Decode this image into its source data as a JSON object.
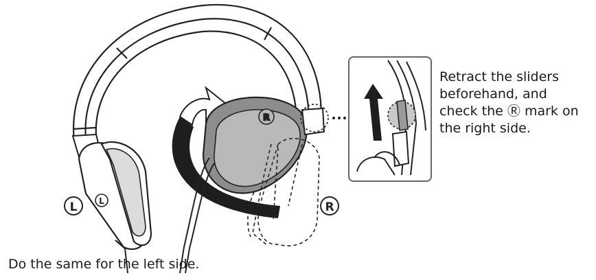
{
  "callout": {
    "line1": "Retract the sliders",
    "line2": "beforehand, and",
    "line3_prefix": "check the ",
    "line3_mark": "Ⓡ",
    "line3_suffix": " mark on",
    "line4": "the right side."
  },
  "caption": {
    "text": "Do the same for the left side."
  },
  "marks": {
    "left_outer": "L",
    "left_on_cup": "L",
    "right_outer": "R",
    "right_on_cup": "R"
  },
  "colors": {
    "line": "#222222",
    "cup_fill": "#b9b9b9",
    "cup_dark": "#8d8d8d",
    "rotation_band": "#1e1e1e",
    "callout_border": "#666666"
  }
}
